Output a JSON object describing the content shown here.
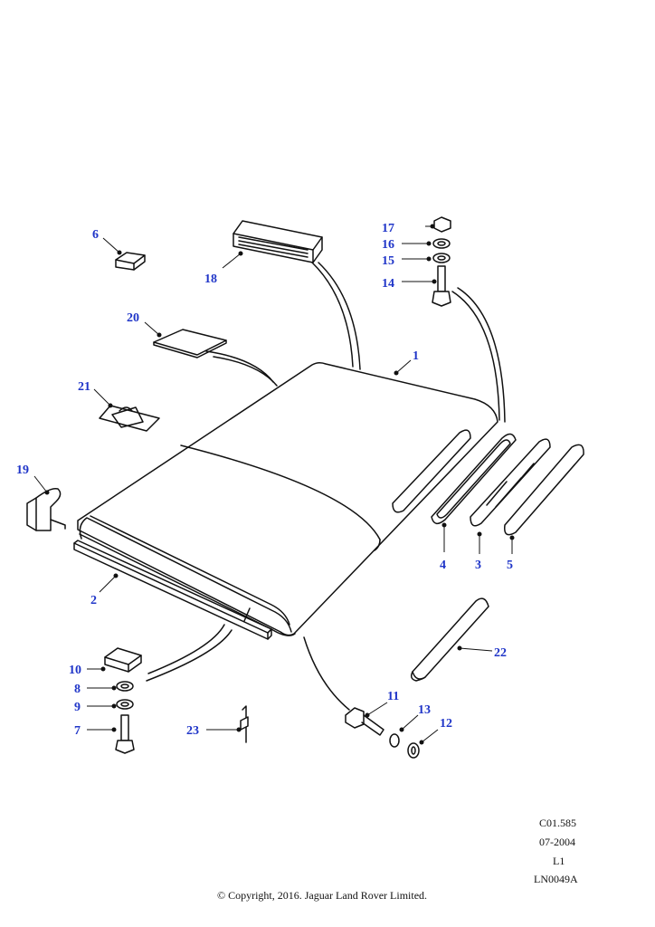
{
  "parts": [
    {
      "id": "1",
      "label": "1"
    },
    {
      "id": "2",
      "label": "2"
    },
    {
      "id": "3",
      "label": "3"
    },
    {
      "id": "4",
      "label": "4"
    },
    {
      "id": "5",
      "label": "5"
    },
    {
      "id": "6",
      "label": "6"
    },
    {
      "id": "7",
      "label": "7"
    },
    {
      "id": "8",
      "label": "8"
    },
    {
      "id": "9",
      "label": "9"
    },
    {
      "id": "10",
      "label": "10"
    },
    {
      "id": "11",
      "label": "11"
    },
    {
      "id": "12",
      "label": "12"
    },
    {
      "id": "13",
      "label": "13"
    },
    {
      "id": "14",
      "label": "14"
    },
    {
      "id": "15",
      "label": "15"
    },
    {
      "id": "16",
      "label": "16"
    },
    {
      "id": "17",
      "label": "17"
    },
    {
      "id": "18",
      "label": "18"
    },
    {
      "id": "19",
      "label": "19"
    },
    {
      "id": "20",
      "label": "20"
    },
    {
      "id": "21",
      "label": "21"
    },
    {
      "id": "22",
      "label": "22"
    },
    {
      "id": "23",
      "label": "23"
    }
  ],
  "reference": {
    "code": "C01.585",
    "date": "07-2004",
    "level": "L1",
    "illustration": "LN0049A"
  },
  "copyright": "© Copyright, 2016. Jaguar Land Rover Limited.",
  "colors": {
    "label": "#1f35c8",
    "line": "#111111"
  }
}
